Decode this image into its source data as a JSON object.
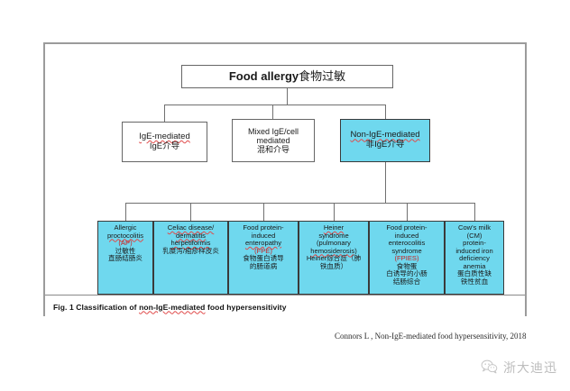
{
  "figure": {
    "root": {
      "en": "Food allergy",
      "cn": "食物过敏"
    },
    "level2": [
      {
        "id": "ige-mediated",
        "en_line1": "IgE-mediated",
        "en_line2": "",
        "cn": "IgE介导",
        "highlight": false
      },
      {
        "id": "mixed-ige-cell-mediated",
        "en_line1": "Mixed IgE/cell",
        "en_line2": "mediated",
        "cn": "混和介导",
        "highlight": false
      },
      {
        "id": "non-ige-mediated",
        "en_line1": "Non-IgE-mediated",
        "en_line2": "",
        "cn": "非IgE介导",
        "highlight": true
      }
    ],
    "leaves": [
      {
        "id": "allergic-proctocolitis",
        "en": [
          "Allergic",
          "proctocolitis"
        ],
        "abbr": "(AP)",
        "cn": [
          "过敏性",
          "直肠结肠炎"
        ]
      },
      {
        "id": "celiac-disease-dermatitis-herpetiformis",
        "en": [
          "Celiac disease/",
          "dermatitis",
          "herpetiformis"
        ],
        "abbr": "",
        "cn": [
          "乳糜泻/疱疹样皮炎"
        ]
      },
      {
        "id": "food-protein-induced-enteropathy",
        "en": [
          "Food protein-",
          "induced",
          "enteropathy"
        ],
        "abbr": "(FPE)",
        "cn": [
          "食物蛋白诱导",
          "的肠道病"
        ]
      },
      {
        "id": "heiner-syndrome",
        "en": [
          "Heiner",
          "syndrome",
          "(pulmonary",
          "hemosiderosis)"
        ],
        "abbr": "",
        "cn": [
          "Heiner综合症（肺",
          "铁血质）"
        ]
      },
      {
        "id": "food-protein-induced-enterocolitis-syndrome",
        "en": [
          "Food protein-",
          "induced",
          "enterocolitis",
          "syndrome"
        ],
        "abbr": "(FPIES)",
        "cn": [
          "食物蛋",
          "白诱导的小肠",
          "结肠综合"
        ]
      },
      {
        "id": "cows-milk-protein-induced-iron-deficiency-anemia",
        "en": [
          "Cow's milk",
          "(CM)",
          "protein-",
          "induced iron",
          "deficiency",
          "anemia"
        ],
        "abbr": "",
        "cn": [
          "蛋白质性缺",
          "铁性贫血"
        ]
      }
    ],
    "caption": {
      "prefix": "Fig. 1",
      "text_before": "Classification of",
      "emphasis": "non-IgE-mediated",
      "text_after": "food hypersensitivity"
    }
  },
  "citation": "Connors L , Non-IgE-mediated food hypersensitivity, 2018",
  "footer": {
    "watermark_text": "浙大迪迅",
    "wechat_icon": "wechat-icon"
  },
  "colors": {
    "highlight_cyan": "#6fd8ee",
    "red_accent": "#c81f1f",
    "frame_border": "#9b9b9b",
    "box_border": "#666666"
  }
}
